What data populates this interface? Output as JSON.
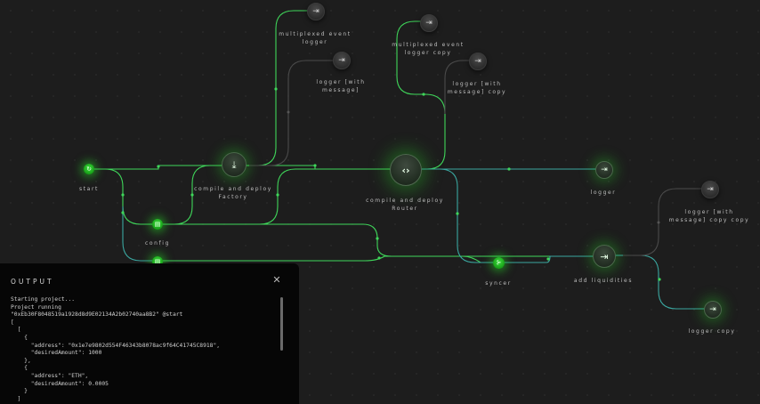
{
  "canvas": {
    "nodes": [
      {
        "id": "start",
        "label": "start",
        "icon": "start-icon",
        "glyph": "↻"
      },
      {
        "id": "config",
        "label": "config",
        "icon": "database-icon",
        "glyph": "▤"
      },
      {
        "id": "config2",
        "label": "",
        "icon": "database-icon",
        "glyph": "▤"
      },
      {
        "id": "compile_factory",
        "label": "compile and deploy\nFactory",
        "icon": "download-icon",
        "glyph": "⤓"
      },
      {
        "id": "multiplexed_logger",
        "label": "multiplexed event\nlogger",
        "icon": "log-in-icon",
        "glyph": "⇥"
      },
      {
        "id": "logger_with_message",
        "label": "logger [with\nmessage]",
        "icon": "log-in-icon",
        "glyph": "⇥"
      },
      {
        "id": "compile_router",
        "label": "compile and deploy\nRouter",
        "icon": "code-icon",
        "glyph": "‹›"
      },
      {
        "id": "multiplexed_logger_copy",
        "label": "multiplexed event\nlogger copy",
        "icon": "log-in-icon",
        "glyph": "⇥"
      },
      {
        "id": "logger_with_message_copy",
        "label": "logger [with\nmessage] copy",
        "icon": "log-in-icon",
        "glyph": "⇥"
      },
      {
        "id": "logger",
        "label": "logger",
        "icon": "log-in-icon",
        "glyph": "⇥"
      },
      {
        "id": "logger_with_message_copy_copy",
        "label": "logger [with\nmessage] copy copy",
        "icon": "log-in-icon",
        "glyph": "⇥"
      },
      {
        "id": "syncer",
        "label": "syncer",
        "icon": "sync-icon",
        "glyph": "⊱"
      },
      {
        "id": "add_liquidities",
        "label": "add liquidities",
        "icon": "log-in-icon",
        "glyph": "⇥"
      },
      {
        "id": "logger_copy",
        "label": "logger copy",
        "icon": "log-in-icon",
        "glyph": "⇥"
      }
    ],
    "colors": {
      "edge_green": "#3fd65a",
      "edge_teal": "#3aa7a0",
      "edge_gray": "#4a4a4a",
      "node_green": "#22c022",
      "background": "#1d1d1d"
    }
  },
  "output": {
    "title": "OUTPUT",
    "close_glyph": "✕",
    "log": "Starting project...\nProject running\n\"0xEb30F8048519a1928d8d9E02134A2b02740aa8B2\" @start\n[\n  [\n    {\n      \"address\": \"0x1e7e9802d554F46343b8078ac9f64C41745C8918\",\n      \"desiredAmount\": 1000\n    },\n    {\n      \"address\": \"ETH\",\n      \"desiredAmount\": 0.0005\n    }\n  ]"
  }
}
